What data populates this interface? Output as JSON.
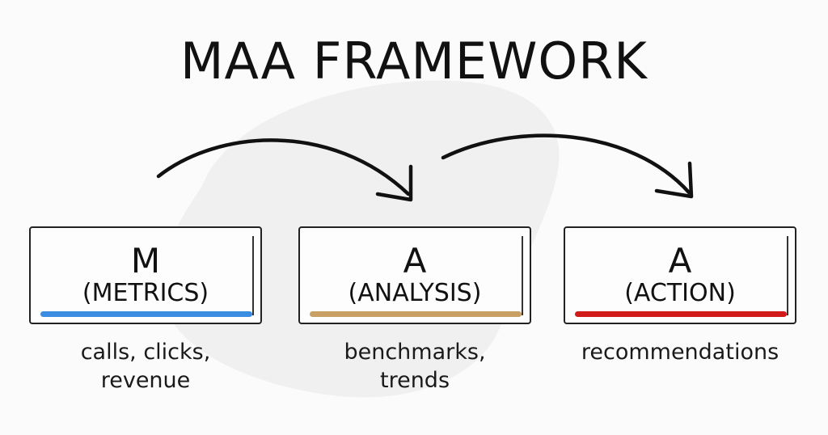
{
  "title": "MAA FRAMEWORK",
  "stages": [
    {
      "letter": "M",
      "word": "(METRICS)",
      "underline_color": "#3a8de0",
      "desc_line1": "calls, clicks,",
      "desc_line2": "revenue"
    },
    {
      "letter": "A",
      "word": "(ANALYSIS)",
      "underline_color": "#c9a064",
      "desc_line1": "benchmarks,",
      "desc_line2": "trends"
    },
    {
      "letter": "A",
      "word": "(ACTION)",
      "underline_color": "#d11a1a",
      "desc_line1": "recommendations",
      "desc_line2": ""
    }
  ]
}
